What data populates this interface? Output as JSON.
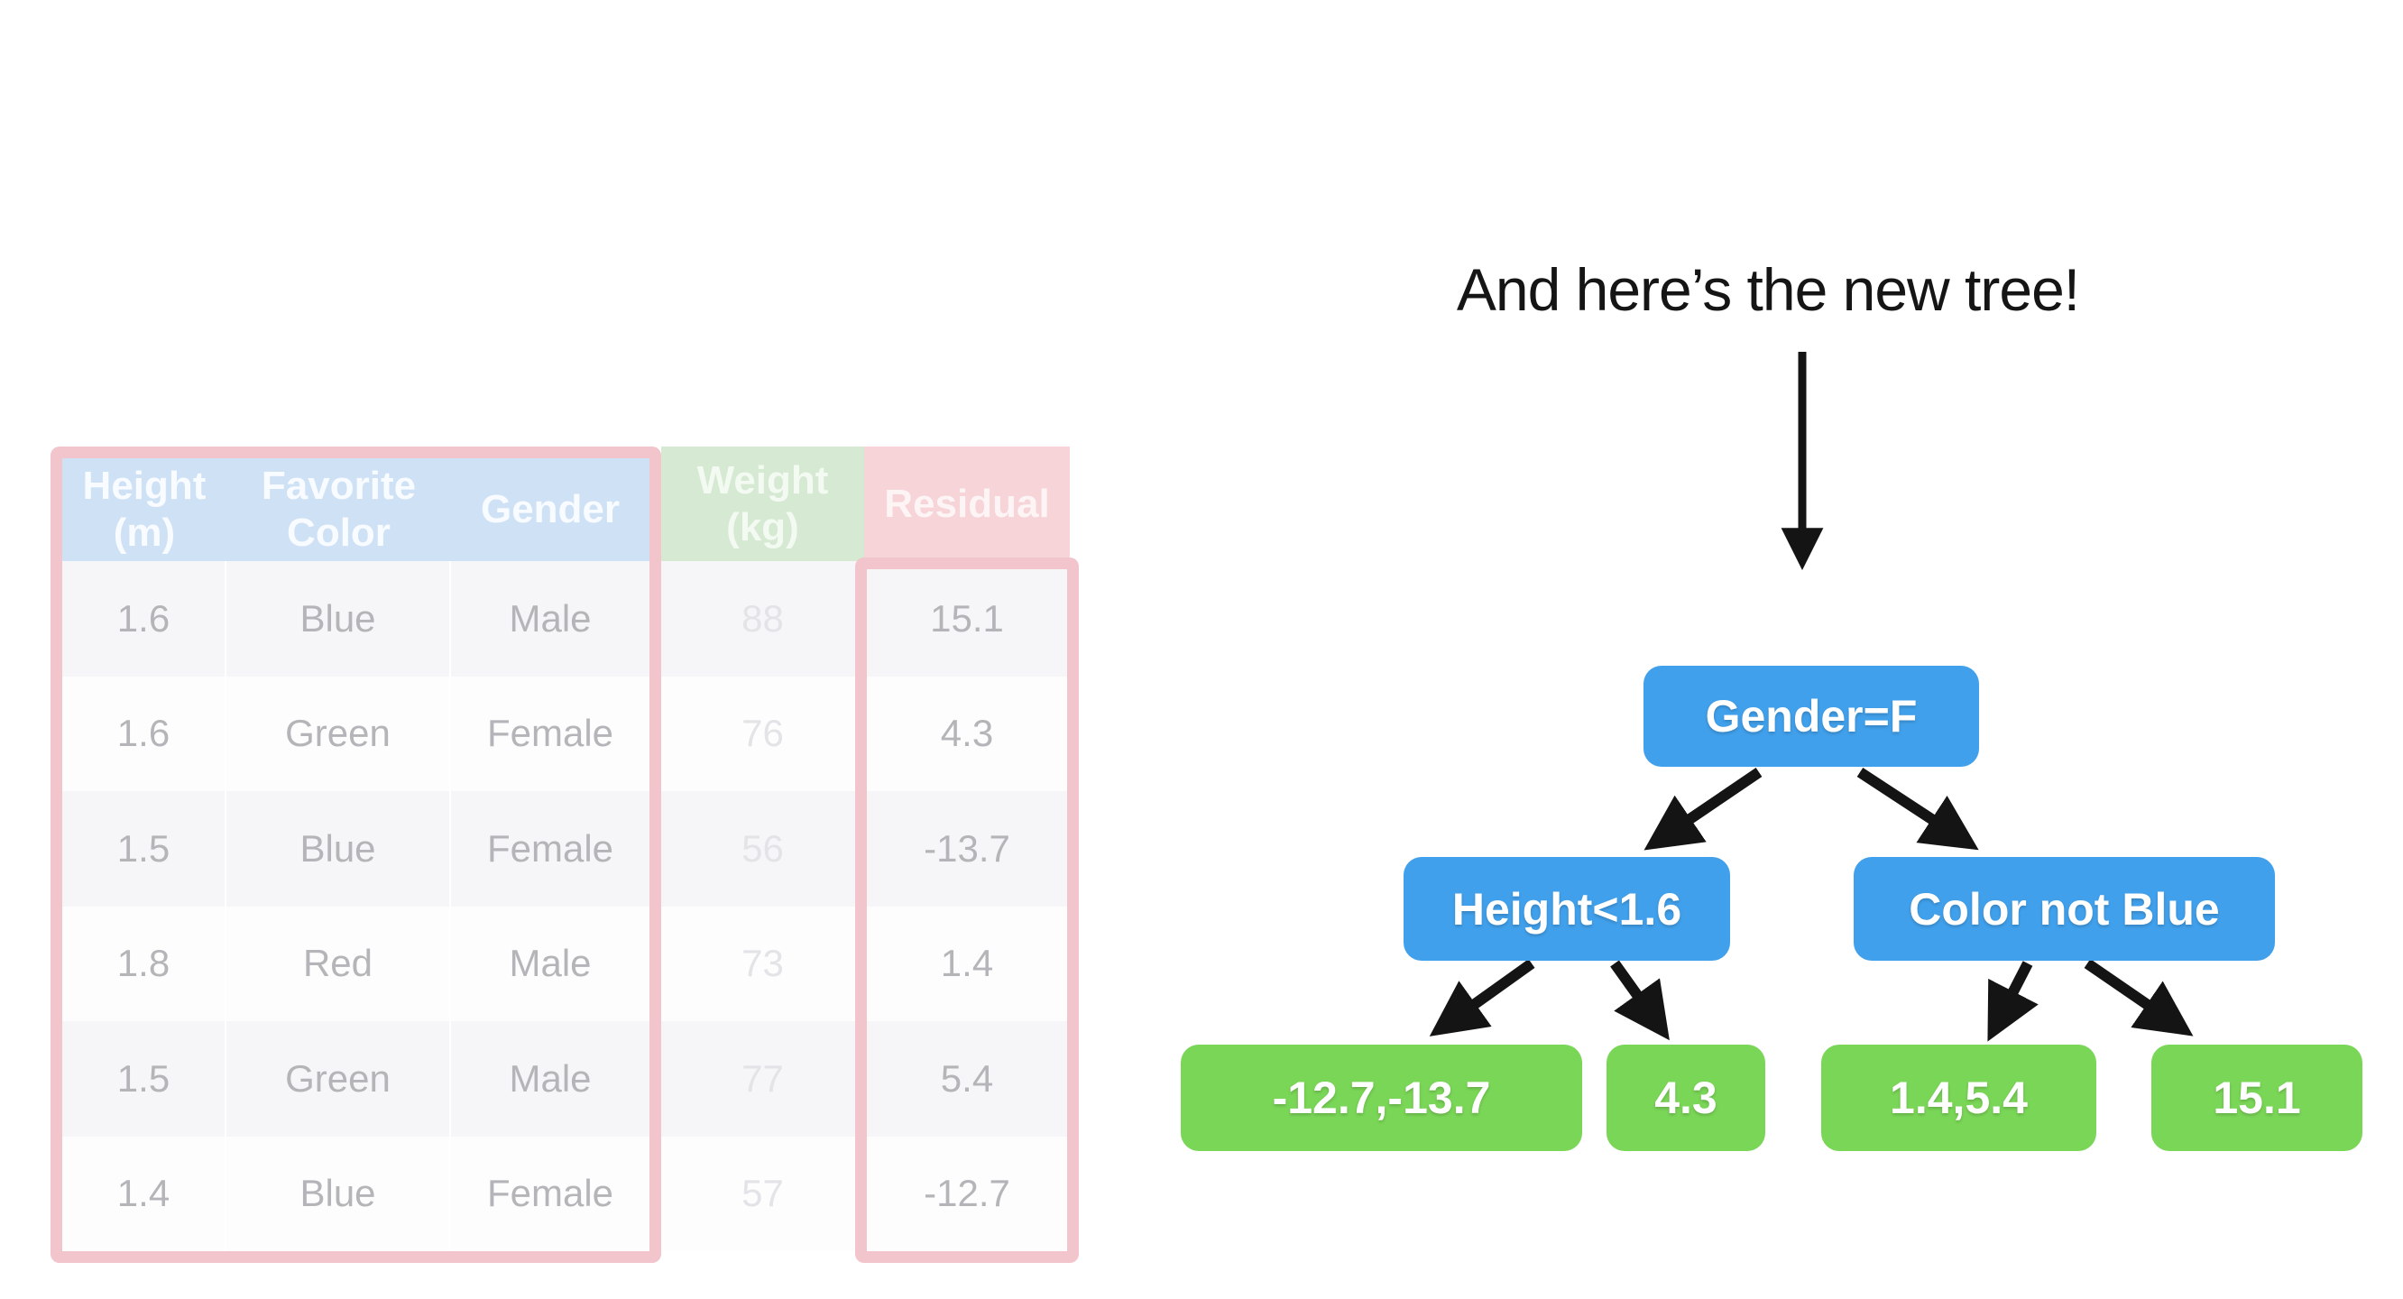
{
  "table": {
    "headers": {
      "height": {
        "line1": "Height",
        "line2": "(m)"
      },
      "favorite_color": {
        "line1": "Favorite",
        "line2": "Color"
      },
      "gender": {
        "line1": "Gender",
        "line2": ""
      },
      "weight": {
        "line1": "Weight",
        "line2": "(kg)"
      },
      "residual": {
        "line1": "Residual",
        "line2": ""
      }
    },
    "rows": [
      {
        "height": "1.6",
        "favorite_color": "Blue",
        "gender": "Male",
        "weight": "88",
        "residual": "15.1"
      },
      {
        "height": "1.6",
        "favorite_color": "Green",
        "gender": "Female",
        "weight": "76",
        "residual": "4.3"
      },
      {
        "height": "1.5",
        "favorite_color": "Blue",
        "gender": "Female",
        "weight": "56",
        "residual": "-13.7"
      },
      {
        "height": "1.8",
        "favorite_color": "Red",
        "gender": "Male",
        "weight": "73",
        "residual": "1.4"
      },
      {
        "height": "1.5",
        "favorite_color": "Green",
        "gender": "Male",
        "weight": "77",
        "residual": "5.4"
      },
      {
        "height": "1.4",
        "favorite_color": "Blue",
        "gender": "Female",
        "weight": "57",
        "residual": "-12.7"
      }
    ]
  },
  "tree": {
    "title": "And here’s the new tree!",
    "root": "Gender=F",
    "left_child": "Height<1.6",
    "right_child": "Color not Blue",
    "leaves": [
      "-12.7,-13.7",
      "4.3",
      "1.4,5.4",
      "15.1"
    ]
  },
  "colors": {
    "node_blue": "#41a0eb",
    "leaf_green": "#7ad657",
    "table_header_blue": "#cfe1f5",
    "table_header_green": "#d6e9d2",
    "table_header_pink": "#f6d4d7",
    "pink_highlight_border": "#f2c4cb",
    "arrow_black": "#141414"
  }
}
